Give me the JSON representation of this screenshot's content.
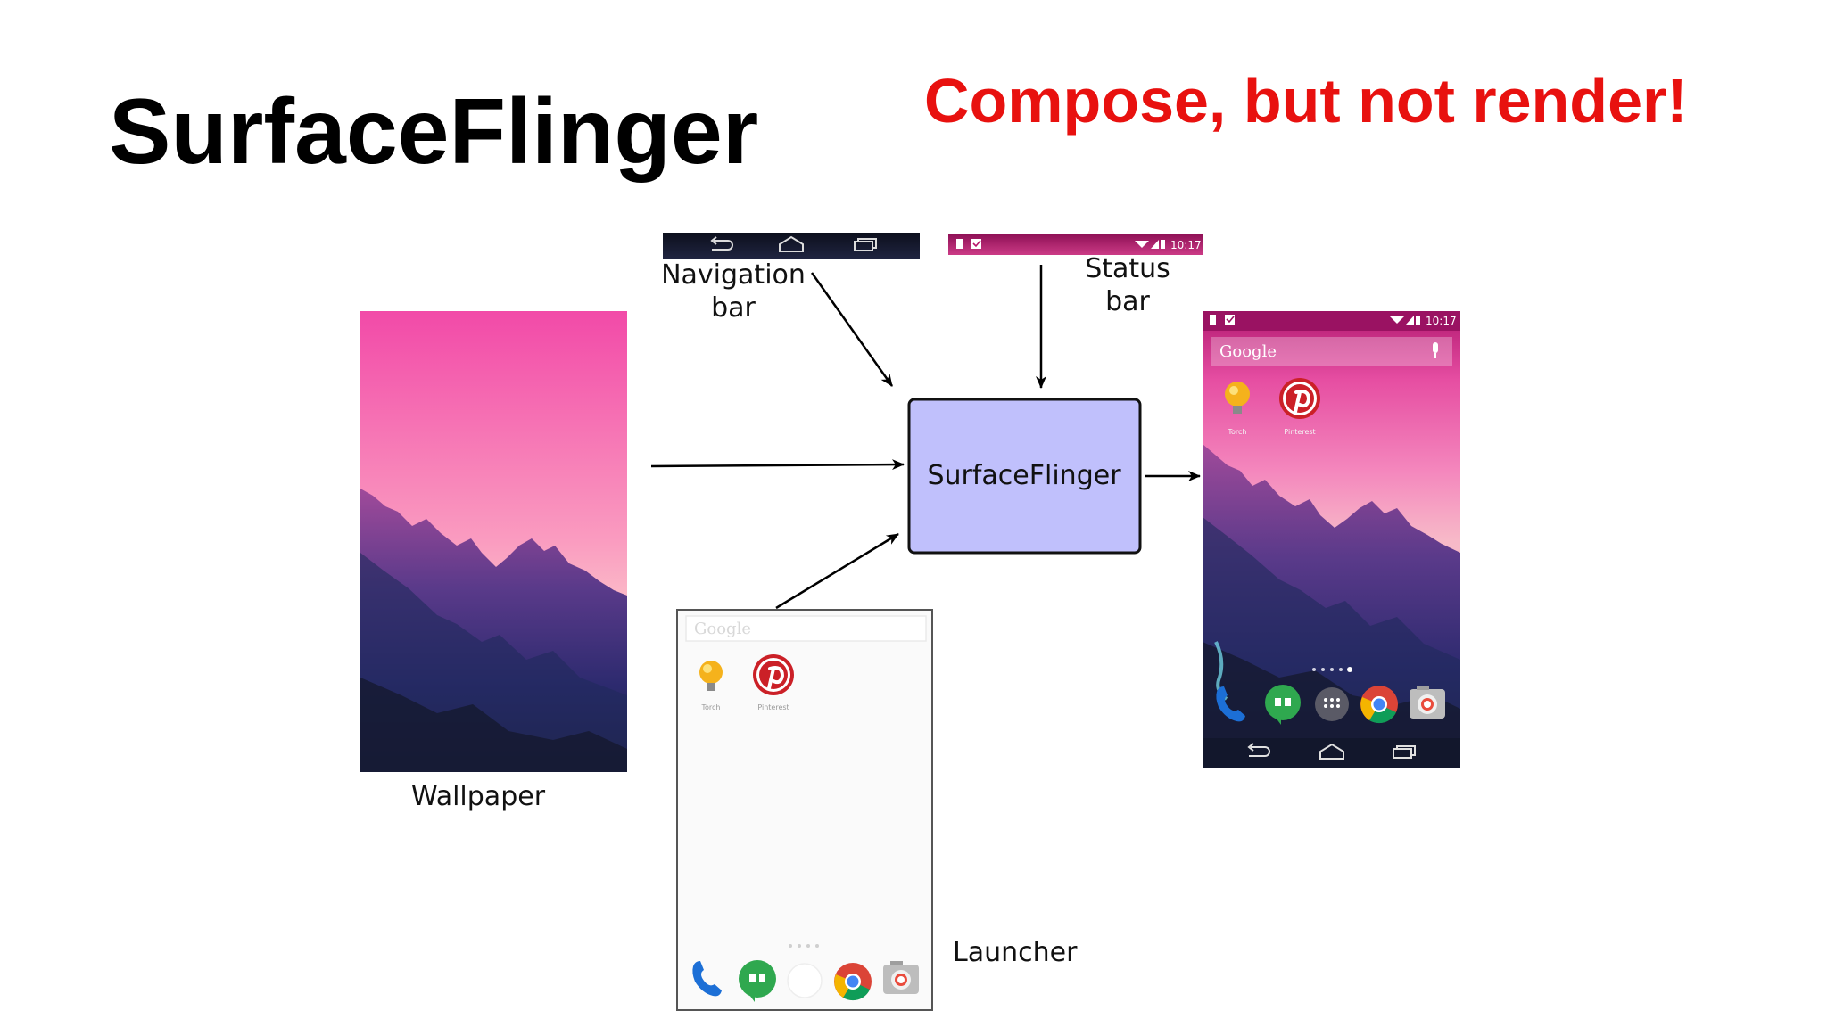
{
  "slide": {
    "title": "SurfaceFlinger",
    "tagline": "Compose, but not render!"
  },
  "diagram": {
    "navigation_bar_label_line1": "Navigation",
    "navigation_bar_label_line2": "bar",
    "status_bar_label_line1": "Status",
    "status_bar_label_line2": "bar",
    "compositor_label": "SurfaceFlinger",
    "wallpaper_label": "Wallpaper",
    "launcher_label": "Launcher"
  },
  "phone": {
    "clock": "10:17",
    "search_placeholder": "Google",
    "app_labels": [
      "Torch",
      "Pinterest"
    ]
  },
  "colors": {
    "tagline": "#e8110f",
    "compositor_fill": "#c0c0fc",
    "status_bar": "#b8146a",
    "wallpaper_top": "#f24aa8"
  },
  "icons": [
    "back-icon",
    "home-icon",
    "recents-icon",
    "lightbulb-icon",
    "pinterest-icon",
    "phone-icon",
    "hangouts-icon",
    "app-drawer-icon",
    "chrome-icon",
    "camera-icon",
    "microphone-icon",
    "signal-icon",
    "battery-icon"
  ]
}
